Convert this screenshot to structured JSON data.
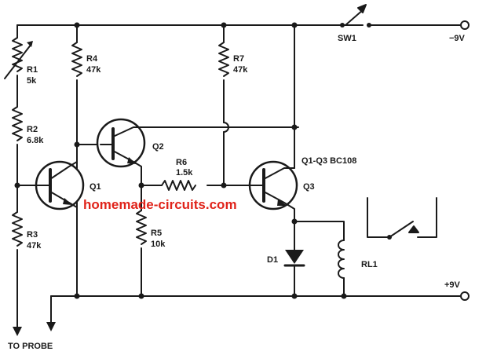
{
  "components": {
    "r1": {
      "name": "R1",
      "value": "5k"
    },
    "r2": {
      "name": "R2",
      "value": "6.8k"
    },
    "r3": {
      "name": "R3",
      "value": "47k"
    },
    "r4": {
      "name": "R4",
      "value": "47k"
    },
    "r5": {
      "name": "R5",
      "value": "10k"
    },
    "r6": {
      "name": "R6",
      "value": "1.5k"
    },
    "r7": {
      "name": "R7",
      "value": "47k"
    },
    "q1": {
      "name": "Q1"
    },
    "q2": {
      "name": "Q2"
    },
    "q3": {
      "name": "Q3"
    },
    "transistor_note": "Q1-Q3 BC108",
    "d1": {
      "name": "D1"
    },
    "rl1": {
      "name": "RL1"
    },
    "sw1": {
      "name": "SW1"
    }
  },
  "terminals": {
    "negative": "−9V",
    "positive": "+9V",
    "probe": "TO PROBE"
  },
  "watermark": "homemade-circuits.com",
  "colors": {
    "ink": "#1a1a1a",
    "watermark": "#e0241b"
  }
}
